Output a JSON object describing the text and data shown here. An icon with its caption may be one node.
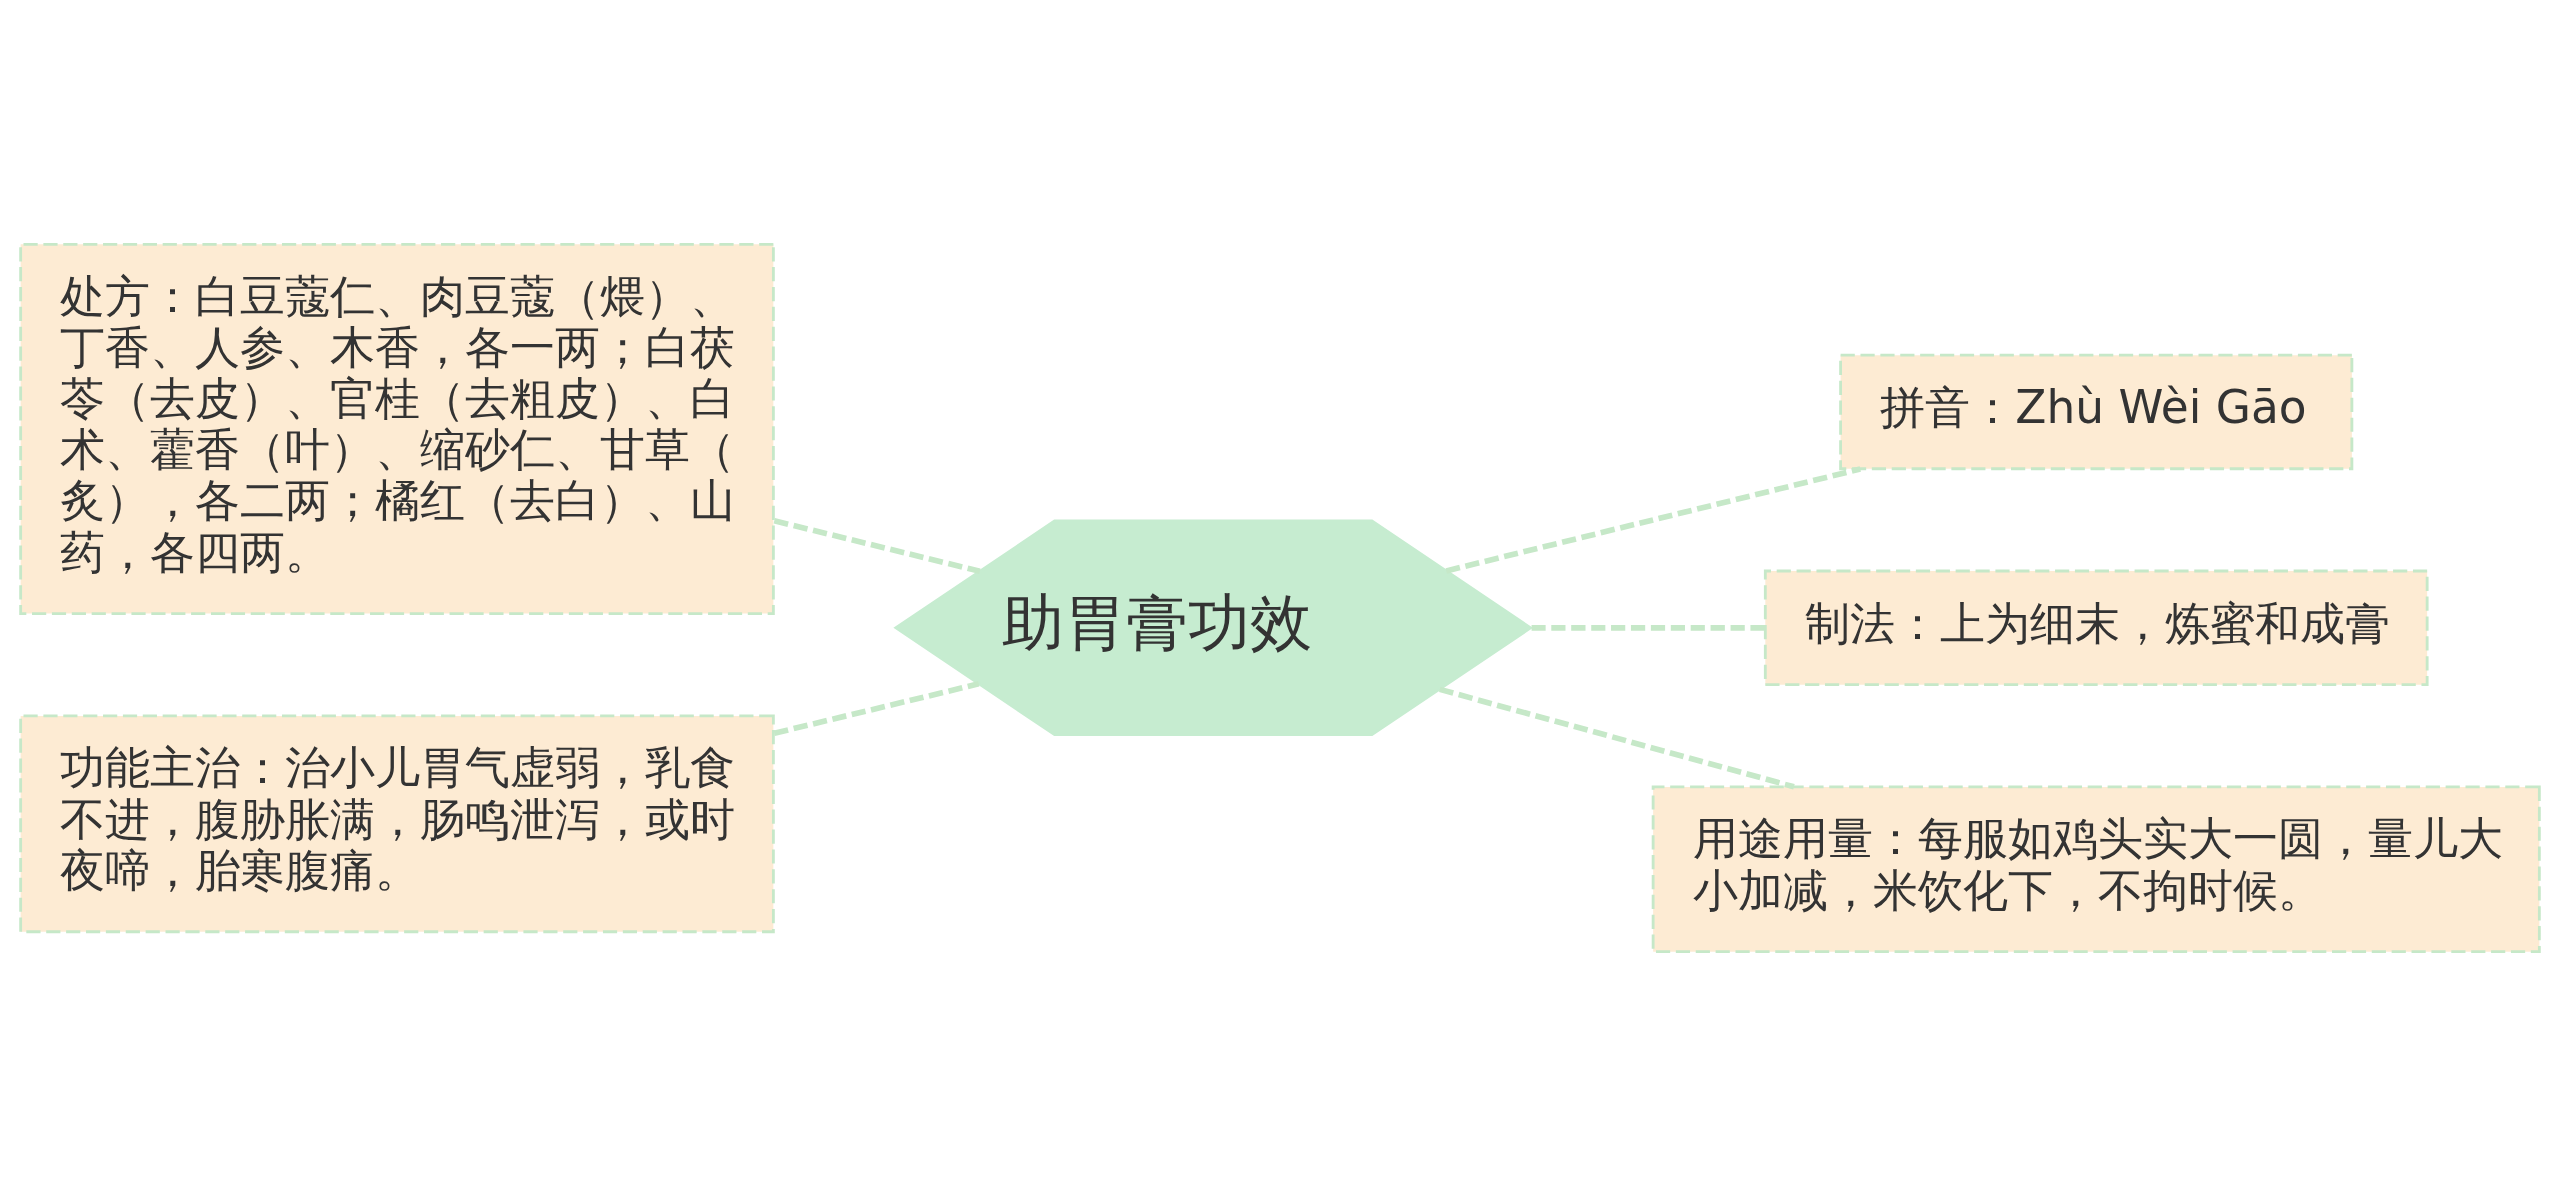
{
  "diagram": {
    "nodes": [
      {
        "text": [
          "助胃膏功效"
        ]
      },
      {
        "text": [
          "处方：白豆蔻仁、肉豆蔻（煨）、丁香、人参、木香，各一两；白茯苓（去皮）、官桂（去粗皮）、白术、藿香（叶）、缩砂仁、甘草（炙），各二两；橘红（去白）、山药，各四两。"
        ]
      },
      {
        "text": [
          "功能主治：治小儿胃气虚弱，乳食不进，腹胁胀满，肠鸣泄泻，或时夜啼，胎寒腹痛。"
        ]
      },
      {
        "text": [
          "拼音：Zhù Wèi Gāo"
        ]
      },
      {
        "text": [
          "制法：上为细末，炼蜜和成膏"
        ]
      },
      {
        "text": [
          "用途用量：每服如鸡头实大一圆，量儿大小加减，米饮化下，不拘时候。"
        ]
      }
    ],
    "edges": [
      {
        "from": 0,
        "to": 1,
        "arrow": "none",
        "style": "dashed"
      },
      {
        "from": 0,
        "to": 2,
        "arrow": "none",
        "style": "dashed"
      },
      {
        "from": 0,
        "to": 3,
        "arrow": "none",
        "style": "dashed"
      },
      {
        "from": 0,
        "to": 4,
        "arrow": "none",
        "style": "dashed"
      },
      {
        "from": 0,
        "to": 5,
        "arrow": "none",
        "style": "dashed"
      }
    ]
  }
}
